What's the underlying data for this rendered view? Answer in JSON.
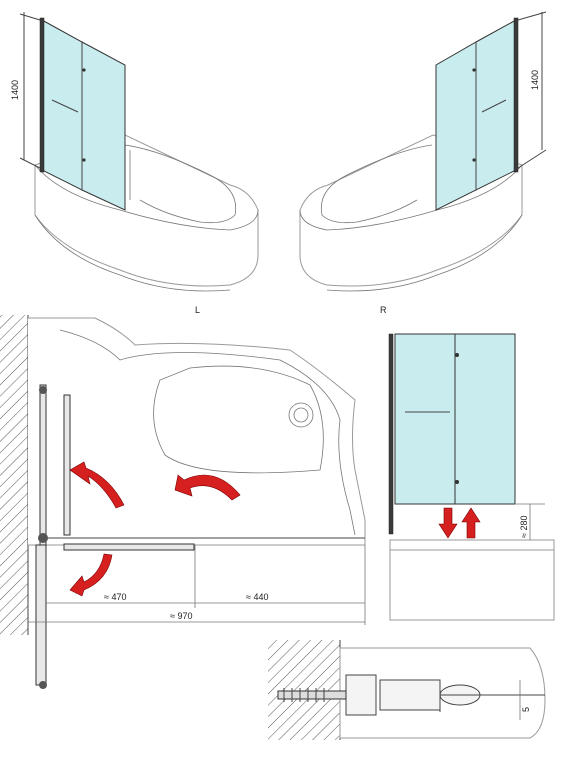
{
  "views": {
    "left_label": "L",
    "right_label": "R",
    "height_left": "1400",
    "height_right": "1400"
  },
  "plan": {
    "dim_470": "≈ 470",
    "dim_440": "≈ 440",
    "dim_970": "≈ 970"
  },
  "front": {
    "dim_280": "≈ 280"
  },
  "detail": {
    "dim_5": "5"
  },
  "colors": {
    "glass": "#c9ecef",
    "arrow": "#d62020"
  }
}
